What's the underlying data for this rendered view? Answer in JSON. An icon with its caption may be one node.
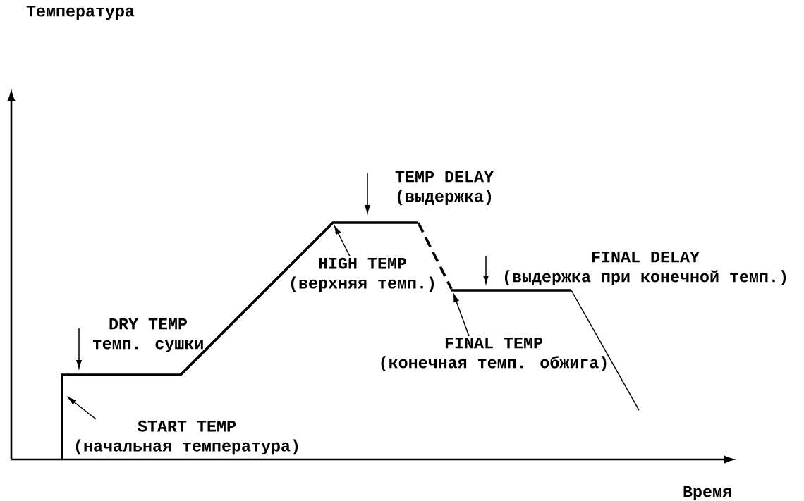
{
  "diagram": {
    "nodes": [
      {
        "text": [
          "TEMP DELAY",
          "(выдержка)"
        ]
      },
      {
        "text": [
          "HIGH TEMP",
          "(верхняя темп.)"
        ]
      },
      {
        "text": [
          "FINAL DELAY",
          "(выдержка при конечной темп.)"
        ]
      },
      {
        "text": [
          "DRY TEMP",
          "темп. сушки"
        ]
      },
      {
        "text": [
          "FINAL TEMP",
          "(конечная темп. обжига)"
        ]
      },
      {
        "text": [
          "START TEMP",
          "(начальная температура)"
        ]
      }
    ],
    "edges": [
      {
        "from": 1,
        "to": null,
        "arrow": "to"
      },
      {
        "from": 4,
        "to": null,
        "arrow": "to"
      },
      {
        "from": 5,
        "to": null,
        "arrow": "to"
      }
    ],
    "labels": [
      "Температура",
      "Время"
    ]
  }
}
